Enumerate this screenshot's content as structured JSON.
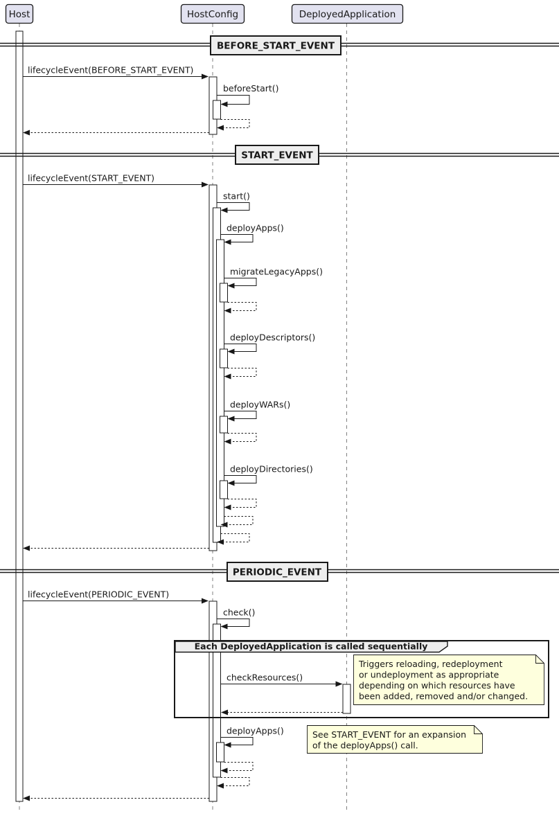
{
  "participants": [
    {
      "name": "Host"
    },
    {
      "name": "HostConfig"
    },
    {
      "name": "DeployedApplication"
    }
  ],
  "dividers": [
    {
      "label": "BEFORE_START_EVENT"
    },
    {
      "label": "START_EVENT"
    },
    {
      "label": "PERIODIC_EVENT"
    }
  ],
  "messages": {
    "lifecycle_before_start": "lifecycleEvent(BEFORE_START_EVENT)",
    "before_start": "beforeStart()",
    "lifecycle_start": "lifecycleEvent(START_EVENT)",
    "start": "start()",
    "deploy_apps": "deployApps()",
    "migrate_legacy_apps": "migrateLegacyApps()",
    "deploy_descriptors": "deployDescriptors()",
    "deploy_wars": "deployWARs()",
    "deploy_directories": "deployDirectories()",
    "lifecycle_periodic": "lifecycleEvent(PERIODIC_EVENT)",
    "check": "check()",
    "check_resources": "checkResources()",
    "deploy_apps_periodic": "deployApps()"
  },
  "group": {
    "label": "Each DeployedApplication is called sequentially"
  },
  "notes": {
    "check_resources": [
      "Triggers reloading, redeployment",
      "or undeployment as appropriate",
      "depending on which resources have",
      "been added, removed and/or changed."
    ],
    "deploy_apps": [
      "See START_EVENT for an expansion",
      "of the deployApps() call."
    ]
  },
  "colors": {
    "background": "#FFFFFF",
    "participant_fill": "#E2E2F0",
    "box_border": "#181818",
    "divider_fill": "#EEEEEE",
    "group_header_fill": "#EEEEEE",
    "note_fill": "#FEFFDD",
    "line": "#181818"
  }
}
